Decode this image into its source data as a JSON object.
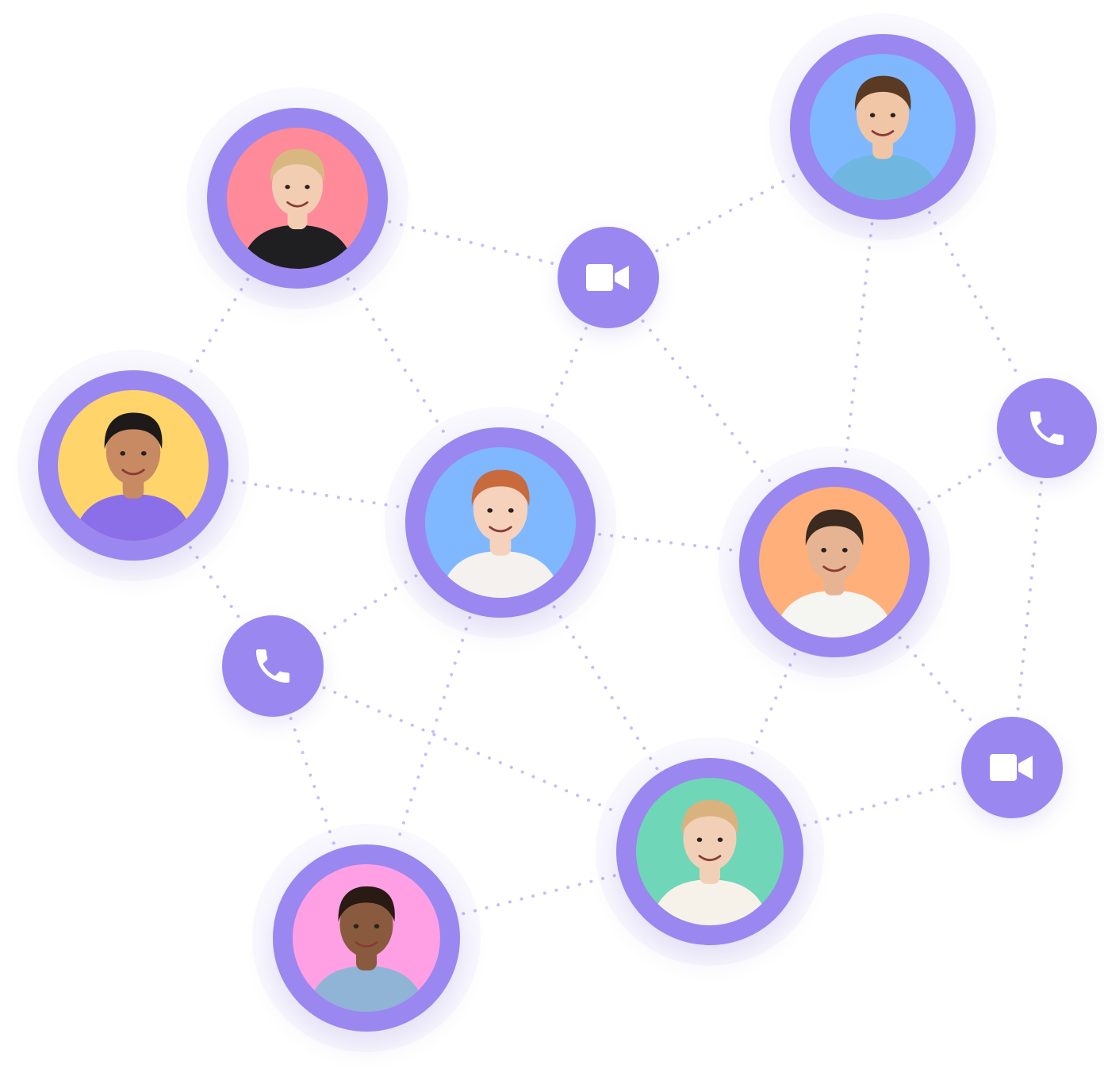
{
  "colors": {
    "accent": "#9b87f0",
    "connector": "#c9bcf7",
    "background": "#ffffff",
    "icon_glyph": "#ffffff"
  },
  "avatars": [
    {
      "name": "avatar-blonde-man",
      "bg": "#ff8a9a",
      "skin": "#f3cdb2",
      "hair": "#d8b880",
      "shirt": "#1f1f22"
    },
    {
      "name": "avatar-smiling-man-blue-shirt",
      "bg": "#7fb8ff",
      "skin": "#f0c6a6",
      "hair": "#5a3a22",
      "shirt": "#6fb7e0"
    },
    {
      "name": "avatar-bearded-man-purple-shirt",
      "bg": "#ffd56b",
      "skin": "#c78a63",
      "hair": "#1d1a19",
      "shirt": "#8a6fe8"
    },
    {
      "name": "avatar-redhead-woman",
      "bg": "#7fb8ff",
      "skin": "#f6d2bd",
      "hair": "#c86a3c",
      "shirt": "#f4f1ee"
    },
    {
      "name": "avatar-bearded-man-white-shirt",
      "bg": "#ffb07a",
      "skin": "#e7b493",
      "hair": "#3a2a20",
      "shirt": "#f5f5f2"
    },
    {
      "name": "avatar-blonde-woman",
      "bg": "#6fd6b8",
      "skin": "#f2d0b8",
      "hair": "#d9b27e",
      "shirt": "#f6f2ea"
    },
    {
      "name": "avatar-curly-hair-woman",
      "bg": "#ff9fe4",
      "skin": "#8a5a3f",
      "hair": "#2a1a14",
      "shirt": "#8fb4d6"
    }
  ],
  "icon_nodes": [
    {
      "name": "video-call-button",
      "icon": "video-camera-icon"
    },
    {
      "name": "phone-call-button",
      "icon": "phone-icon"
    },
    {
      "name": "phone-call-button",
      "icon": "phone-icon"
    },
    {
      "name": "video-call-button",
      "icon": "video-camera-icon"
    }
  ]
}
